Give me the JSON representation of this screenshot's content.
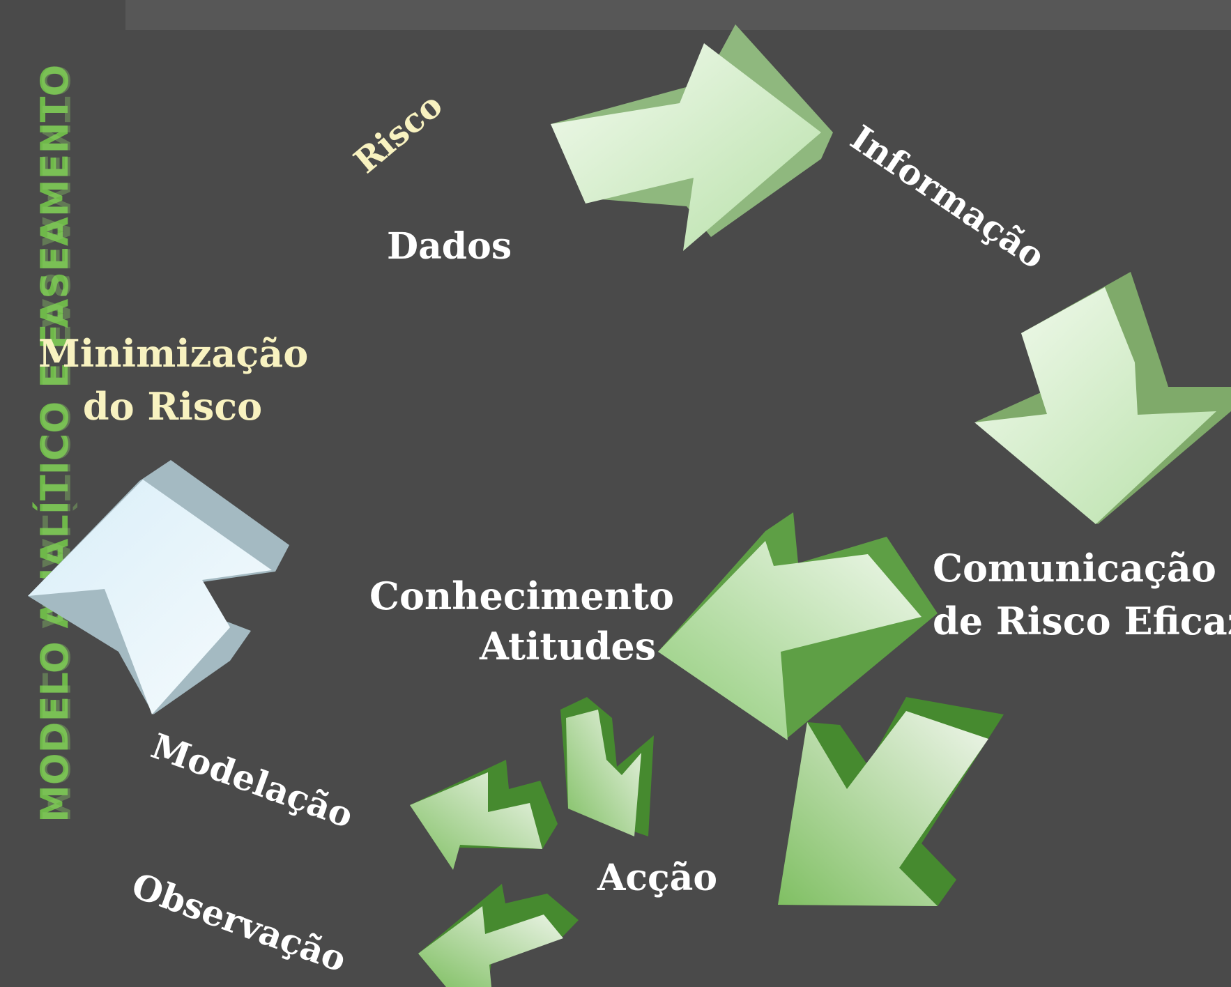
{
  "title": "MODELO ANALÍTICO E FASEAMENTO",
  "labels": {
    "risco": "Risco",
    "dados": "Dados",
    "informacao": "Informação",
    "comunicacao_l1": "Comunicação",
    "comunicacao_l2": "de Risco Eficaz",
    "conhecimento": "Conhecimento",
    "atitudes": "Atitudes",
    "accao": "Acção",
    "modelacao": "Modelação",
    "observacao": "Observação",
    "minimizacao_l1": "Minimização",
    "minimizacao_l2": "do Risco"
  },
  "colors": {
    "background": "#4a4a4a",
    "light_green": "#c8e8bc",
    "dark_green": "#3f8a2c",
    "pale_blue": "#e4f4fa",
    "title_green": "#6fb84a",
    "cream_text": "#f8f2c0"
  }
}
